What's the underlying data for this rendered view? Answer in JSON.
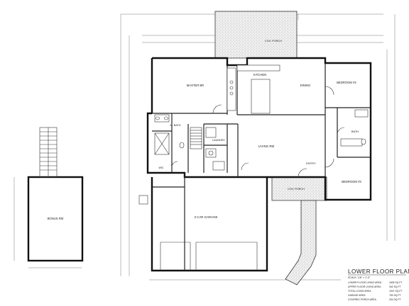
{
  "rooms": {
    "covered_porch": "COV. PORCH",
    "master_bedroom": "MASTER BR",
    "kitchen": "KITCHEN",
    "dining": "DINING",
    "bedroom_2": "BEDROOM #2",
    "bedroom_3": "BEDROOM #3",
    "bath": "BATH",
    "master_bath": "M. BATH",
    "laundry": "LAUNDRY",
    "living": "LIVING RM",
    "entry": "ENTRY",
    "wic": "WIC",
    "cov_porch_front": "COV. PORCH",
    "garage": "3 CAR GARAGE",
    "bonus": "BONUS RM"
  },
  "title": {
    "main": "LOWER FLOOR PLAN",
    "scale": "SCALE: 1/8\" = 1'-0\""
  },
  "areas": {
    "rows": [
      {
        "label": "LOWER FLOOR LIVING AREA",
        "value": "1605 SQ FT"
      },
      {
        "label": "UPPER FLOOR LIVING AREA",
        "value": "342 SQ FT"
      },
      {
        "label": "TOTAL LIVING AREA",
        "value": "1947 SQ FT"
      },
      {
        "label": "GARAGE AREA",
        "value": "750 SQ FT"
      },
      {
        "label": "COVERED PORCH AREA",
        "value": "344 SQ FT"
      }
    ]
  }
}
